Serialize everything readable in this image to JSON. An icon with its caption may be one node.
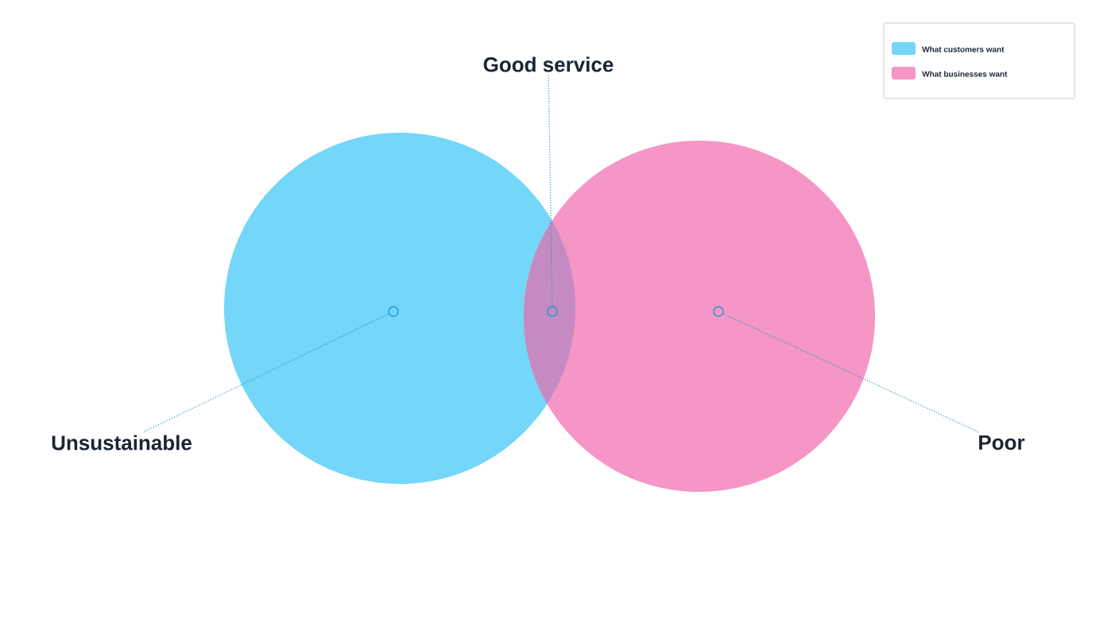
{
  "diagram": {
    "nodes": [
      {
        "text": [
          "Good service"
        ]
      },
      {
        "text": [
          "Unsustainable"
        ]
      },
      {
        "text": [
          "Poor"
        ]
      },
      {
        "text": [],
        "shape": "circle"
      },
      {
        "text": [],
        "shape": "circle"
      },
      {
        "text": [],
        "shape": "circle"
      }
    ],
    "edges": [
      {
        "from": 1,
        "to": 3,
        "arrow": "none"
      },
      {
        "from": 0,
        "to": 4,
        "arrow": "none"
      },
      {
        "from": 2,
        "to": 5,
        "arrow": "none"
      }
    ],
    "legend": [
      {
        "text": "What customers want",
        "color": "#74d6f8"
      },
      {
        "text": "What businesses want",
        "color": "#f596c6"
      }
    ]
  }
}
